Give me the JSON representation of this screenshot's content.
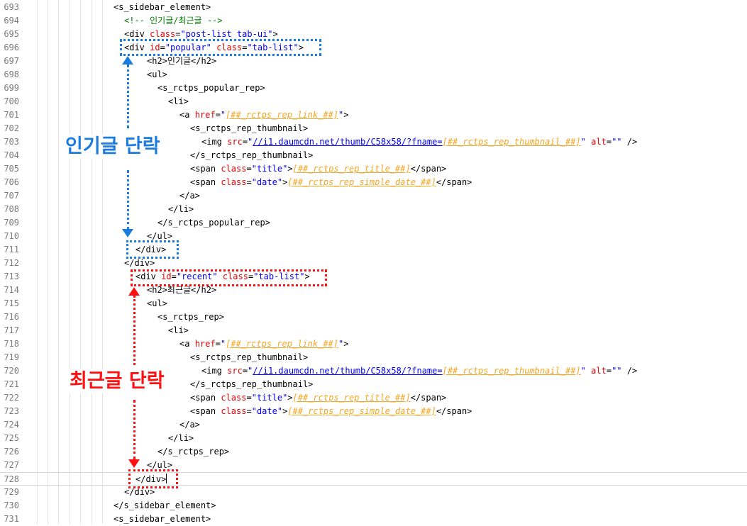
{
  "editor": {
    "lines": [
      {
        "n": "693",
        "indent": 160,
        "code": [
          [
            "t",
            "<s_sidebar_element>"
          ]
        ]
      },
      {
        "n": "694",
        "indent": 175,
        "code": [
          [
            "c",
            "<!-- 인기글/최근글 -->"
          ]
        ]
      },
      {
        "n": "695",
        "indent": 175,
        "code": [
          [
            "t",
            "<div "
          ],
          [
            "a",
            "class"
          ],
          [
            "t",
            "="
          ],
          [
            "s",
            "\"post-list tab-ui\""
          ],
          [
            "t",
            ">"
          ]
        ]
      },
      {
        "n": "696",
        "indent": 175,
        "code": [
          [
            "t",
            "<div "
          ],
          [
            "a",
            "id"
          ],
          [
            "t",
            "="
          ],
          [
            "s",
            "\"popular\""
          ],
          [
            "t",
            " "
          ],
          [
            "a",
            "class"
          ],
          [
            "t",
            "="
          ],
          [
            "s",
            "\"tab-list\""
          ],
          [
            "t",
            ">"
          ]
        ]
      },
      {
        "n": "697",
        "indent": 207,
        "code": [
          [
            "t",
            "<h2>인기글</h2>"
          ]
        ]
      },
      {
        "n": "698",
        "indent": 207,
        "code": [
          [
            "t",
            "<ul>"
          ]
        ]
      },
      {
        "n": "699",
        "indent": 222,
        "code": [
          [
            "t",
            "<s_rctps_popular_rep>"
          ]
        ]
      },
      {
        "n": "700",
        "indent": 237,
        "code": [
          [
            "t",
            "<li>"
          ]
        ]
      },
      {
        "n": "701",
        "indent": 253,
        "code": [
          [
            "t",
            "<a "
          ],
          [
            "a",
            "href"
          ],
          [
            "t",
            "="
          ],
          [
            "s",
            "\""
          ],
          [
            "v",
            "[##_rctps_rep_link_##]"
          ],
          [
            "s",
            "\""
          ],
          [
            "t",
            ">"
          ]
        ]
      },
      {
        "n": "702",
        "indent": 268,
        "code": [
          [
            "t",
            "<s_rctps_rep_thumbnail>"
          ]
        ]
      },
      {
        "n": "703",
        "indent": 284,
        "code": [
          [
            "t",
            "<img "
          ],
          [
            "a",
            "src"
          ],
          [
            "t",
            "="
          ],
          [
            "s",
            "\""
          ],
          [
            "u",
            "//i1.daumcdn.net/thumb/C58x58/?fname="
          ],
          [
            "v",
            "[##_rctps_rep_thumbnail_##]"
          ],
          [
            "s",
            "\""
          ],
          [
            "t",
            " "
          ],
          [
            "a",
            "alt"
          ],
          [
            "t",
            "="
          ],
          [
            "s",
            "\"\""
          ],
          [
            "t",
            " />"
          ]
        ]
      },
      {
        "n": "704",
        "indent": 268,
        "code": [
          [
            "t",
            "</s_rctps_rep_thumbnail>"
          ]
        ]
      },
      {
        "n": "705",
        "indent": 268,
        "code": [
          [
            "t",
            "<span "
          ],
          [
            "a",
            "class"
          ],
          [
            "t",
            "="
          ],
          [
            "s",
            "\"title\""
          ],
          [
            "t",
            ">"
          ],
          [
            "v",
            "[##_rctps_rep_title_##]"
          ],
          [
            "t",
            "</span>"
          ]
        ]
      },
      {
        "n": "706",
        "indent": 268,
        "code": [
          [
            "t",
            "<span "
          ],
          [
            "a",
            "class"
          ],
          [
            "t",
            "="
          ],
          [
            "s",
            "\"date\""
          ],
          [
            "t",
            ">"
          ],
          [
            "v",
            "[##_rctps_rep_simple_date_##]"
          ],
          [
            "t",
            "</span>"
          ]
        ]
      },
      {
        "n": "707",
        "indent": 253,
        "code": [
          [
            "t",
            "</a>"
          ]
        ]
      },
      {
        "n": "708",
        "indent": 237,
        "code": [
          [
            "t",
            "</li>"
          ]
        ]
      },
      {
        "n": "709",
        "indent": 222,
        "code": [
          [
            "t",
            "</s_rctps_popular_rep>"
          ]
        ]
      },
      {
        "n": "710",
        "indent": 207,
        "code": [
          [
            "t",
            "</ul>"
          ]
        ]
      },
      {
        "n": "711",
        "indent": 191,
        "code": [
          [
            "t",
            "</div>"
          ]
        ]
      },
      {
        "n": "712",
        "indent": 175,
        "code": [
          [
            "t",
            "</div>"
          ]
        ]
      },
      {
        "n": "713",
        "indent": 191,
        "code": [
          [
            "t",
            "<div "
          ],
          [
            "a",
            "id"
          ],
          [
            "t",
            "="
          ],
          [
            "s",
            "\"recent\""
          ],
          [
            "t",
            " "
          ],
          [
            "a",
            "class"
          ],
          [
            "t",
            "="
          ],
          [
            "s",
            "\"tab-list\""
          ],
          [
            "t",
            ">"
          ]
        ]
      },
      {
        "n": "714",
        "indent": 207,
        "code": [
          [
            "t",
            "<h2>최근글</h2>"
          ]
        ]
      },
      {
        "n": "715",
        "indent": 207,
        "code": [
          [
            "t",
            "<ul>"
          ]
        ]
      },
      {
        "n": "716",
        "indent": 222,
        "code": [
          [
            "t",
            "<s_rctps_rep>"
          ]
        ]
      },
      {
        "n": "717",
        "indent": 237,
        "code": [
          [
            "t",
            "<li>"
          ]
        ]
      },
      {
        "n": "718",
        "indent": 253,
        "code": [
          [
            "t",
            "<a "
          ],
          [
            "a",
            "href"
          ],
          [
            "t",
            "="
          ],
          [
            "s",
            "\""
          ],
          [
            "v",
            "[##_rctps_rep_link_##]"
          ],
          [
            "s",
            "\""
          ],
          [
            "t",
            ">"
          ]
        ]
      },
      {
        "n": "719",
        "indent": 268,
        "code": [
          [
            "t",
            "<s_rctps_rep_thumbnail>"
          ]
        ]
      },
      {
        "n": "720",
        "indent": 284,
        "code": [
          [
            "t",
            "<img "
          ],
          [
            "a",
            "src"
          ],
          [
            "t",
            "="
          ],
          [
            "s",
            "\""
          ],
          [
            "u",
            "//i1.daumcdn.net/thumb/C58x58/?fname="
          ],
          [
            "v",
            "[##_rctps_rep_thumbnail_##]"
          ],
          [
            "s",
            "\""
          ],
          [
            "t",
            " "
          ],
          [
            "a",
            "alt"
          ],
          [
            "t",
            "="
          ],
          [
            "s",
            "\"\""
          ],
          [
            "t",
            " />"
          ]
        ]
      },
      {
        "n": "721",
        "indent": 268,
        "code": [
          [
            "t",
            "</s_rctps_rep_thumbnail>"
          ]
        ]
      },
      {
        "n": "722",
        "indent": 268,
        "code": [
          [
            "t",
            "<span "
          ],
          [
            "a",
            "class"
          ],
          [
            "t",
            "="
          ],
          [
            "s",
            "\"title\""
          ],
          [
            "t",
            ">"
          ],
          [
            "v",
            "[##_rctps_rep_title_##]"
          ],
          [
            "t",
            "</span>"
          ]
        ]
      },
      {
        "n": "723",
        "indent": 268,
        "code": [
          [
            "t",
            "<span "
          ],
          [
            "a",
            "class"
          ],
          [
            "t",
            "="
          ],
          [
            "s",
            "\"date\""
          ],
          [
            "t",
            ">"
          ],
          [
            "v",
            "[##_rctps_rep_simple_date_##]"
          ],
          [
            "t",
            "</span>"
          ]
        ]
      },
      {
        "n": "724",
        "indent": 253,
        "code": [
          [
            "t",
            "</a>"
          ]
        ]
      },
      {
        "n": "725",
        "indent": 237,
        "code": [
          [
            "t",
            "</li>"
          ]
        ]
      },
      {
        "n": "726",
        "indent": 222,
        "code": [
          [
            "t",
            "</s_rctps_rep>"
          ]
        ]
      },
      {
        "n": "727",
        "indent": 207,
        "code": [
          [
            "t",
            "</ul>"
          ]
        ]
      },
      {
        "n": "728",
        "indent": 191,
        "code": [
          [
            "t",
            "</div>"
          ]
        ],
        "current": true
      },
      {
        "n": "729",
        "indent": 175,
        "code": [
          [
            "t",
            "</div>"
          ]
        ]
      },
      {
        "n": "730",
        "indent": 160,
        "code": [
          [
            "t",
            "</s_sidebar_element>"
          ]
        ]
      },
      {
        "n": "731",
        "indent": 160,
        "code": [
          [
            "t",
            "<s_sidebar_element>"
          ]
        ]
      }
    ]
  },
  "annotations": {
    "popular_label": "인기글 단락",
    "recent_label": "최근글 단락"
  },
  "colors": {
    "annotation_blue": "#1a7be0",
    "annotation_red": "#ff1010"
  }
}
